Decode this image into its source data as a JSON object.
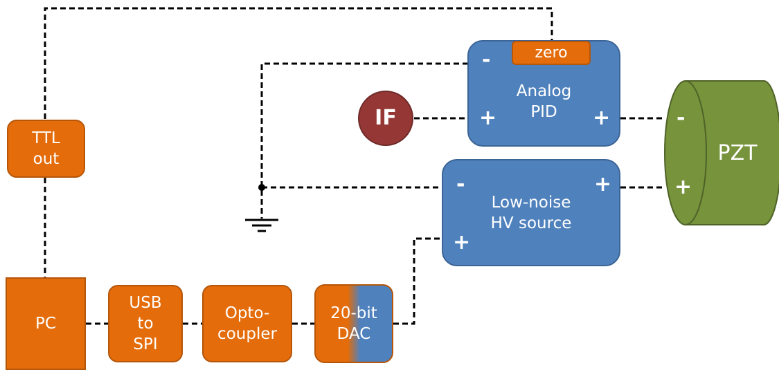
{
  "blocks": {
    "ttl_out": "TTL\nout",
    "pc": "PC",
    "usb_spi": "USB\nto\nSPI",
    "optocoupler": "Opto-\ncoupler",
    "dac": "20-bit\nDAC",
    "analog_pid": "Analog\nPID",
    "zero": "zero",
    "hv_source": "Low-noise\nHV source",
    "if_source": "IF",
    "pzt": "PZT"
  },
  "polarity": {
    "pid_inverting": "-",
    "pid_noninverting": "+",
    "pid_output": "+",
    "hv_negative": "-",
    "hv_positive_out": "+",
    "hv_input": "+",
    "pzt_negative": "-",
    "pzt_positive": "+"
  },
  "colors": {
    "orange": "#e46c0a",
    "blue": "#4f81bd",
    "green": "#77933c",
    "dark_red": "#953735",
    "wire": "#000000"
  }
}
